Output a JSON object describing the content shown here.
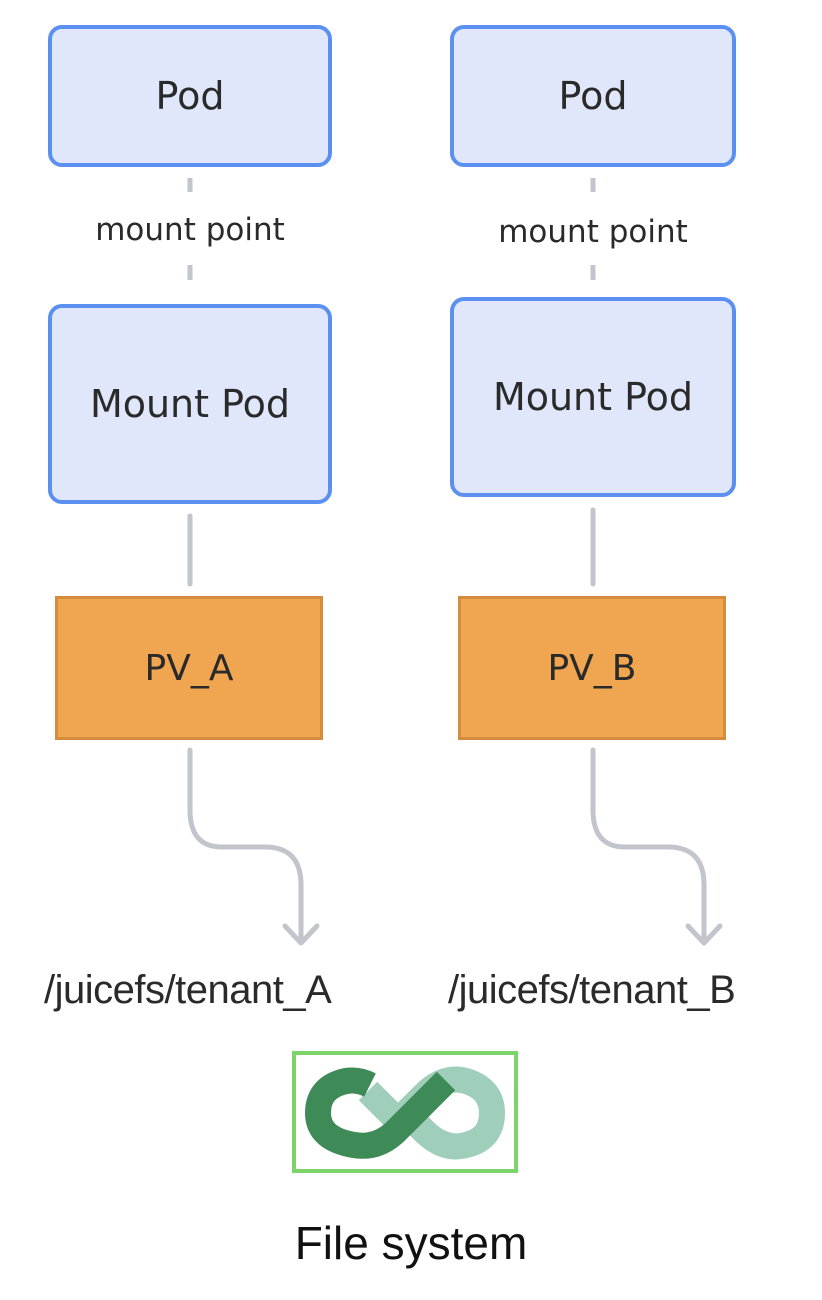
{
  "colors": {
    "pod_fill": "#e0e7fa",
    "pod_border": "#5b8ff0",
    "pv_fill": "#f0a650",
    "pv_border": "#d58c3c",
    "connector": "#c2c5cc",
    "logo_frame": "#7dd46a",
    "logo_dark": "#3f8b57",
    "logo_light": "#9fcfba"
  },
  "columns": [
    {
      "pod_label": "Pod",
      "connector_label": "mount point",
      "mount_pod_label": "Mount Pod",
      "pv_label": "PV_A",
      "path_label": "/juicefs/tenant_A"
    },
    {
      "pod_label": "Pod",
      "connector_label": "mount point",
      "mount_pod_label": "Mount Pod",
      "pv_label": "PV_B",
      "path_label": "/juicefs/tenant_B"
    }
  ],
  "filesystem": {
    "logo_icon": "juicefs-infinity-logo",
    "caption": "File system"
  }
}
